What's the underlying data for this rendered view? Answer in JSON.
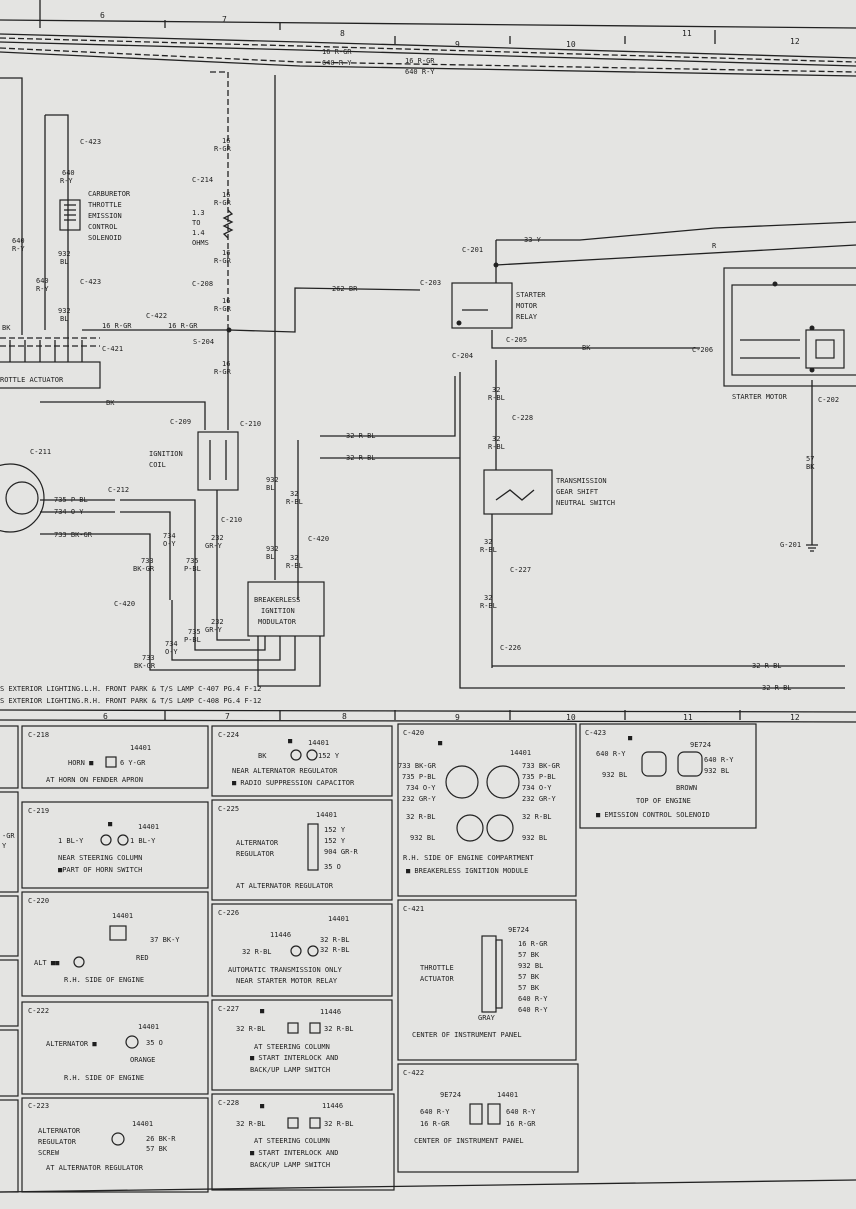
{
  "grid": {
    "top": [
      "6",
      "7",
      "8",
      "9",
      "10",
      "11",
      "12"
    ],
    "mid": [
      "6",
      "7",
      "8",
      "9",
      "10",
      "11",
      "12"
    ]
  },
  "wires": {
    "top1": "16 R-GR",
    "top2": "640 R-Y",
    "top1b": "16 R-GR",
    "top2b": "640 R-Y",
    "c423a": "C-423",
    "w640ry": "640",
    "w640ry2": "R-Y",
    "carb": [
      "CARBURETOR",
      "THROTTLE",
      "EMISSION",
      "CONTROL",
      "SOLENOID"
    ],
    "w640ry_l": "640",
    "w640ry_l2": "R-Y",
    "w932bl": "932",
    "w932bl2": "BL",
    "c423b": "C-423",
    "w640ry_b": "640",
    "w640ry_b2": "R-Y",
    "w932bl_b": "932",
    "w932bl_b2": "BL",
    "bk_l": "BK",
    "w16rgr_a": "16 R-GR",
    "c422": "C-422",
    "w16rgr_b": "16 R-GR",
    "s204": "S-204",
    "c421": "C-421",
    "throttle_act": "ROTTLE ACTUATOR",
    "w16rgr_1": "16",
    "rgr_1": "R-GR",
    "c214": "C-214",
    "w16rgr_2": "16",
    "rgr_2": "R-GR",
    "resist": [
      "1.3",
      "TO",
      "1.4",
      "OHMS"
    ],
    "w16rgr_3": "16",
    "rgr_3": "R-GR",
    "c208": "C-208",
    "w16rgr_4": "16",
    "rgr_4": "R-GR",
    "w16rgr_5": "16",
    "rgr_5": "R-GR",
    "w262br": "262 BR",
    "c203": "C-203",
    "c201": "C-201",
    "w33y": "33 Y",
    "rlab": "R",
    "starter_relay": [
      "STARTER",
      "MOTOR",
      "RELAY"
    ],
    "c205": "C-205",
    "c204": "C-204",
    "bk_mid": "BK",
    "c206": "C-206",
    "starter_motor": "STARTER MOTOR",
    "c202": "C-202",
    "w57": "57",
    "w57bk": "BK",
    "g201": "G-201",
    "w32rbl_1": "32",
    "rbl_1": "R-BL",
    "c228": "C-228",
    "w32rbl_2": "32",
    "rbl_2": "R-BL",
    "trans": [
      "TRANSMISSION",
      "GEAR SHIFT",
      "NEUTRAL SWITCH"
    ],
    "w32rbl_3": "32",
    "rbl_3": "R-BL",
    "c227": "C-227",
    "w32rbl_4": "32",
    "rbl_4": "R-BL",
    "c226": "C-226",
    "w32rbl_a": "32 R-BL",
    "w32rbl_b": "32 R-BL",
    "w32rbl_r1": "32 R-BL",
    "w32rbl_r2": "32 R-BL",
    "bk_top": "BK",
    "c209": "C-209",
    "c210a": "C-210",
    "ign_coil": [
      "IGNITION",
      "COIL"
    ],
    "c211": "C-211",
    "c212": "C-212",
    "w735": "735 P-BL",
    "w734": "734 O-Y",
    "w733": "733 BK-GR",
    "c210b": "C-210",
    "w232": "232",
    "w232b": "GR-Y",
    "w734b": "734",
    "w734b2": "O-Y",
    "w733b": "733",
    "w733b2": "BK-GR",
    "w735b": "735",
    "w735b2": "P-BL",
    "w932a": "932",
    "w932a2": "BL",
    "w32a": "32",
    "w32a2": "R-BL",
    "c420": "C-420",
    "w932b": "932",
    "w932b2": "BL",
    "w32b": "32",
    "w32b2": "R-BL",
    "c420b": "C-420",
    "bim": [
      "BREAKERLESS",
      "IGNITION",
      "MODULATOR"
    ],
    "w232c": "232",
    "w232c2": "GR-Y",
    "w735c": "735",
    "w735c2": "P-BL",
    "w734c": "734",
    "w734c2": "O-Y",
    "w733c": "733",
    "w733c2": "BK-GR",
    "ext1": "S EXTERIOR LIGHTING.L.H. FRONT PARK & T/S LAMP C-407 PG.4 F-12",
    "ext2": "S EXTERIOR LIGHTING.R.H. FRONT PARK & T/S LAMP C-408 PG.4 F-12"
  },
  "connectors": {
    "c218": {
      "id": "C-218",
      "pn": "14401",
      "l1": "HORN ■",
      "l2": "6 Y-GR",
      "loc": "AT HORN ON FENDER APRON"
    },
    "c219": {
      "id": "C-219",
      "pn": "14401",
      "pin": "■",
      "l1": "1 BL-Y",
      "l2": "1 BL-Y",
      "loc1": "NEAR STEERING COLUMN",
      "loc2": "■PART OF HORN SWITCH"
    },
    "c220": {
      "id": "C-220",
      "pn": "14401",
      "l1": "37 BK-Y",
      "l2": "ALT ■■",
      "l3": "RED",
      "loc": "R.H. SIDE OF ENGINE"
    },
    "c222": {
      "id": "C-222",
      "pn": "14401",
      "l1": "ALTERNATOR ■",
      "l2": "35 O",
      "l3": "ORANGE",
      "loc": "R.H. SIDE OF ENGINE"
    },
    "c223": {
      "id": "C-223",
      "pn": "14401",
      "l1": "ALTERNATOR",
      "l2": "REGULATOR",
      "l3": "SCREW",
      "l4": "26 BK-R",
      "l5": "57 BK",
      "loc": "AT ALTERNATOR REGULATOR"
    },
    "c224": {
      "id": "C-224",
      "pn": "14401",
      "pin": "■",
      "l1": "BK",
      "l2": "152 Y",
      "loc1": "NEAR ALTERNATOR REGULATOR",
      "loc2": "■ RADIO SUPPRESSION CAPACITOR"
    },
    "c225": {
      "id": "C-225",
      "pn": "14401",
      "l1": "ALTERNATOR",
      "l2": "REGULATOR",
      "p1": "152 Y",
      "p2": "152 Y",
      "p3": "904 GR-R",
      "p4": "35 O",
      "loc": "AT ALTERNATOR REGULATOR"
    },
    "c226": {
      "id": "C-226",
      "pn1": "11446",
      "pn2": "14401",
      "l1": "32 R-BL",
      "l2": "32 R-BL",
      "l3": "32 R-BL",
      "loc1": "AUTOMATIC TRANSMISSION ONLY",
      "loc2": "NEAR STARTER MOTOR RELAY"
    },
    "c227": {
      "id": "C-227",
      "pn": "11446",
      "pin": "■",
      "l1": "32 R-BL",
      "l2": "32 R-BL",
      "loc1": "AT STEERING COLUMN",
      "loc2": "■ START INTERLOCK AND",
      "loc3": "BACK/UP LAMP SWITCH"
    },
    "c228": {
      "id": "C-228",
      "pn": "11446",
      "pin": "■",
      "l1": "32 R-BL",
      "l2": "32 R-BL",
      "loc1": "AT STEERING COLUMN",
      "loc2": "■ START INTERLOCK AND",
      "loc3": "BACK/UP LAMP SWITCH"
    },
    "c420": {
      "id": "C-420",
      "pn": "14401",
      "pin": "■",
      "a1": "733 BK-GR",
      "a2": "735 P-BL",
      "a3": "734 O-Y",
      "a4": "232 GR-Y",
      "b1": "733 BK-GR",
      "b2": "735 P-BL",
      "b3": "734 O-Y",
      "b4": "232 GR-Y",
      "c1": "32 R-BL",
      "c2": "932 BL",
      "c3": "32 R-BL",
      "c4": "932 BL",
      "loc1": "R.H. SIDE OF ENGINE COMPARTMENT",
      "loc2": "■ BREAKERLESS IGNITION MODULE"
    },
    "c421": {
      "id": "C-421",
      "pn": "9E724",
      "l1": "THROTTLE",
      "l2": "ACTUATOR",
      "p1": "16 R-GR",
      "p2": "57 BK",
      "p3": "932 BL",
      "p4": "57 BK",
      "p5": "57 BK",
      "p6": "640 R-Y",
      "p7": "640 R-Y",
      "gray": "GRAY",
      "loc": "CENTER OF INSTRUMENT PANEL"
    },
    "c422": {
      "id": "C-422",
      "pn1": "9E724",
      "pn2": "14401",
      "l1": "640 R-Y",
      "l2": "16 R-GR",
      "l3": "640 R-Y",
      "l4": "16 R-GR",
      "loc": "CENTER OF INSTRUMENT PANEL"
    },
    "c423": {
      "id": "C-423",
      "pin": "■",
      "pn": "9E724",
      "l1": "640 R-Y",
      "l2": "932 BL",
      "l3": "640 R-Y",
      "l4": "932 BL",
      "l5": "BROWN",
      "loc1": "TOP OF ENGINE",
      "loc2": "■ EMISSION CONTROL SOLENOID"
    },
    "left": {
      "p1": "-GR",
      "p2": "Y"
    }
  }
}
